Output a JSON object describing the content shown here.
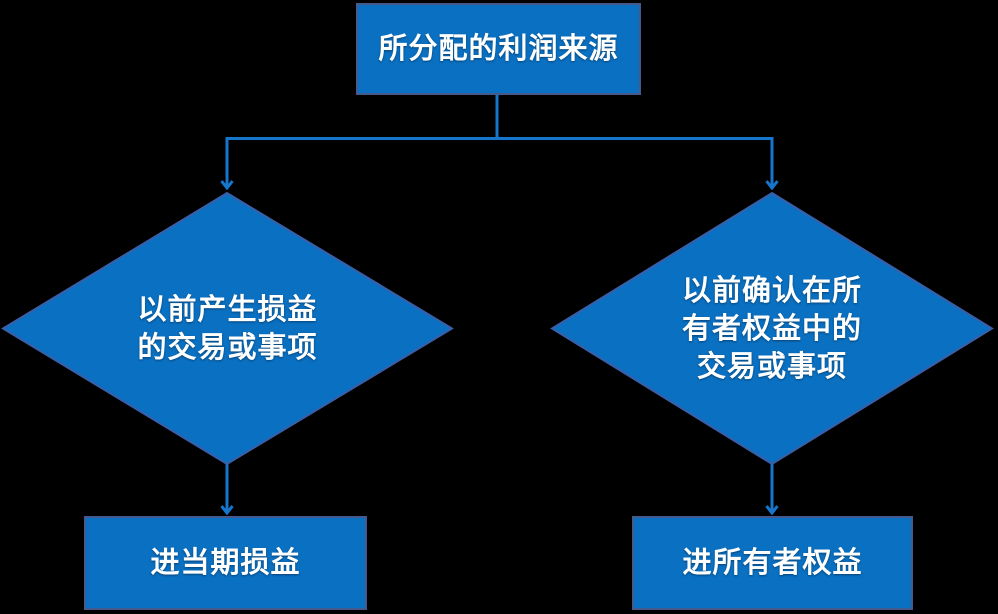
{
  "diagram": {
    "type": "flowchart",
    "nodes": {
      "source": {
        "label": "所分配的利润来源"
      },
      "left_condition": {
        "lines": [
          "以前产生损益",
          "的交易或事项"
        ]
      },
      "right_condition": {
        "lines": [
          "以前确认在所",
          "有者权益中的",
          "交易或事项"
        ]
      },
      "left_result": {
        "label": "进当期损益"
      },
      "right_result": {
        "label": "进所有者权益"
      }
    },
    "edges": [
      {
        "from": "source",
        "to": "left_condition",
        "arrow": "open-chevron"
      },
      {
        "from": "source",
        "to": "right_condition",
        "arrow": "open-chevron"
      },
      {
        "from": "left_condition",
        "to": "left_result",
        "arrow": "open-chevron"
      },
      {
        "from": "right_condition",
        "to": "right_result",
        "arrow": "open-chevron"
      }
    ]
  },
  "colors": {
    "background": "#000000",
    "shape_fill": "#0A70C2",
    "rect_border": "#46598C",
    "diamond_border": "#3A5FA8",
    "connector": "#1576CC",
    "text": "#FFFFFF"
  }
}
